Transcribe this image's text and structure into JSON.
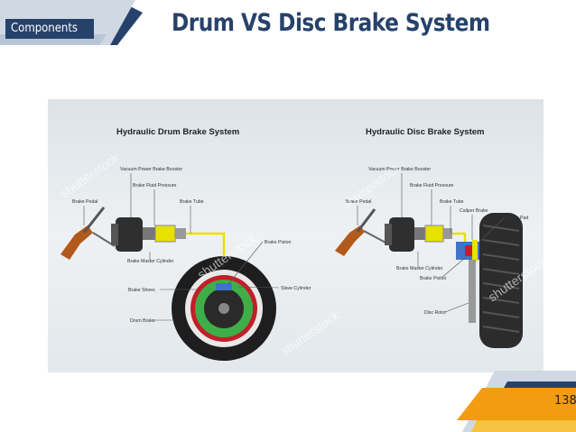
{
  "slide": {
    "section_tag": "Components",
    "title": "Drum VS Disc Brake System",
    "page_number": "138",
    "colors": {
      "navy": "#27426a",
      "orange": "#f39c12",
      "light_blue": "#cfd8e3",
      "gold": "#f5c242"
    }
  },
  "figure": {
    "watermark": "shutterstock",
    "drum": {
      "heading": "Hydraulic Drum Brake System",
      "labels": {
        "booster": "Vacuum Power Brake Booster",
        "fluid": "Brake Fluid Pressure",
        "pedal": "Brake Pedal",
        "tube": "Brake Tube",
        "piston": "Brake Piston",
        "master": "Brake Master Cylinder",
        "shoes": "Brake Shoes",
        "slave": "Slave Cylinder",
        "drum": "Drum Brake"
      }
    },
    "disc": {
      "heading": "Hydraulic Disc Brake System",
      "labels": {
        "booster": "Vacuum Power Brake Booster",
        "fluid": "Brake Fluid Pressure",
        "pedal": "Brake Pedal",
        "tube": "Brake Tube",
        "caliper": "Caliper Brake",
        "pad": "Brake Pad",
        "master": "Brake Master Cylinder",
        "piston": "Brake Piston",
        "rotor": "Disc Rotor"
      }
    }
  }
}
